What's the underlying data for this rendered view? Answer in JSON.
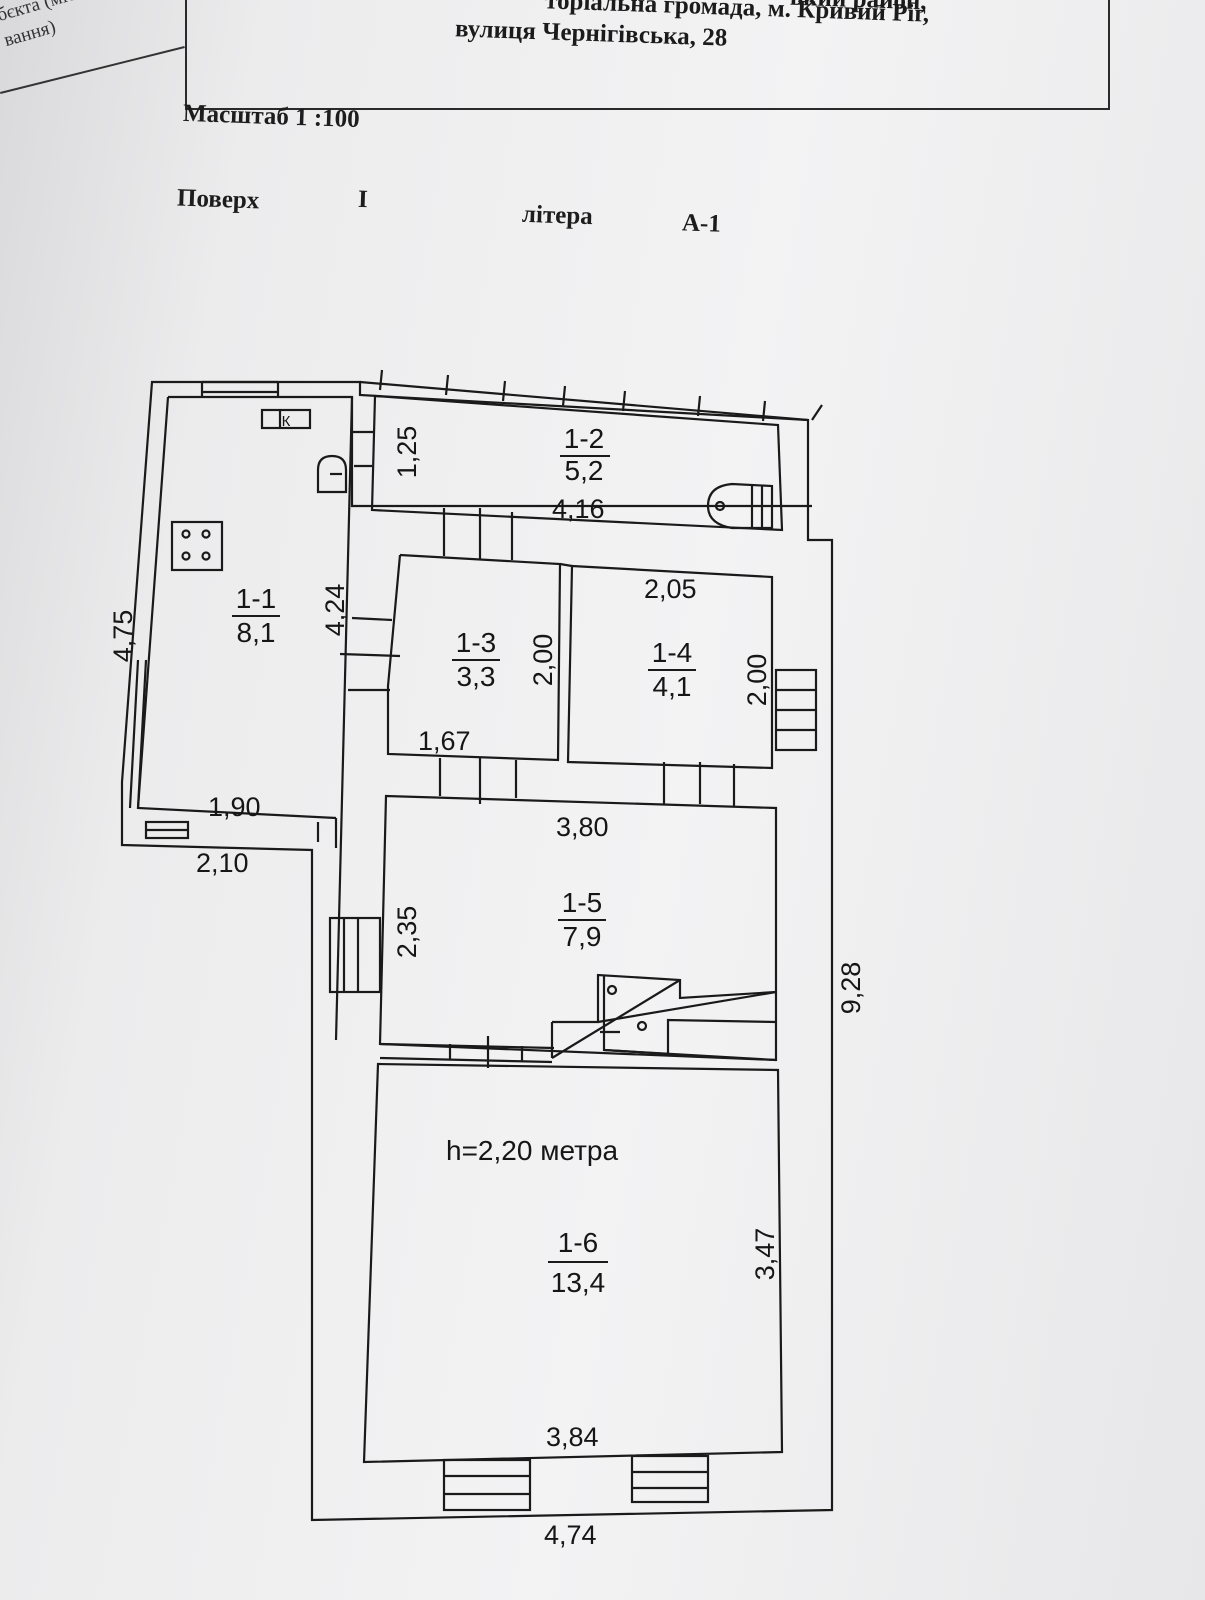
{
  "header": {
    "margin_text_line1": "бєкта (місц",
    "margin_text_line2": "вання)",
    "address_line1": "торіальна громада, м. Кривий Ріг,",
    "address_line2": "вулиця Чернігівська, 28",
    "partial_top": "ький район,"
  },
  "meta": {
    "scale_label": "Масштаб 1 :100",
    "floor_label": "Поверх",
    "floor_value": "I",
    "letter_label": "літера",
    "letter_value": "А-1"
  },
  "rooms": [
    {
      "id": "1-1",
      "area": "8,1"
    },
    {
      "id": "1-2",
      "area": "5,2"
    },
    {
      "id": "1-3",
      "area": "3,3"
    },
    {
      "id": "1-4",
      "area": "4,1"
    },
    {
      "id": "1-5",
      "area": "7,9"
    },
    {
      "id": "1-6",
      "area": "13,4"
    }
  ],
  "dimensions": {
    "d_4_75": "4,75",
    "d_4_24": "4,24",
    "d_1_25": "1,25",
    "d_4_16": "4,16",
    "d_2_05": "2,05",
    "d_2_00_a": "2,00",
    "d_2_00_b": "2,00",
    "d_1_67": "1,67",
    "d_1_90": "1,90",
    "d_2_10": "2,10",
    "d_3_80": "3,80",
    "d_2_35": "2,35",
    "d_9_28": "9,28",
    "d_3_47": "3,47",
    "d_3_84": "3,84",
    "d_4_74": "4,74"
  },
  "height_note": "h=2,20 метра",
  "symbols": {
    "stove_label": "К"
  }
}
